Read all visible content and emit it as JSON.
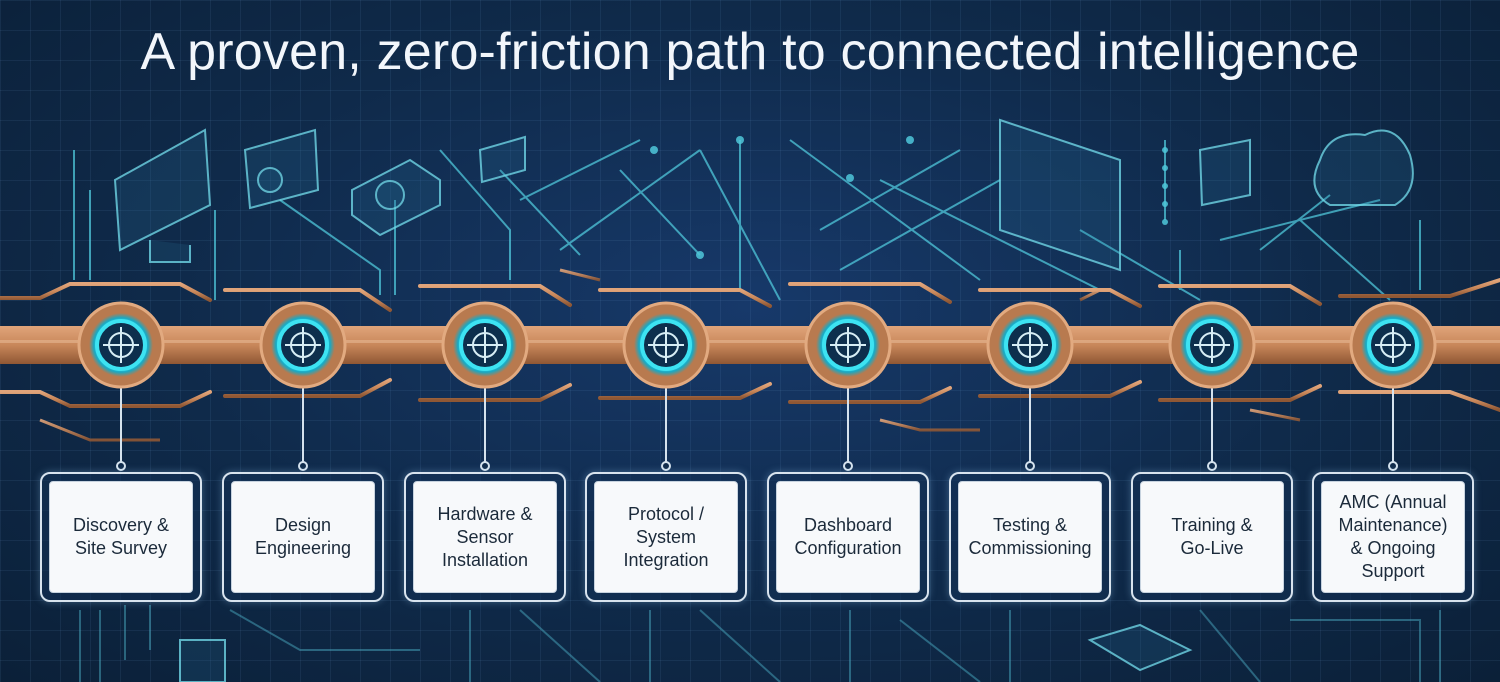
{
  "title": "A proven, zero-friction path to connected intelligence",
  "steps": [
    {
      "label": "Discovery &\nSite Survey"
    },
    {
      "label": "Design\nEngineering"
    },
    {
      "label": "Hardware &\nSensor\nInstallation"
    },
    {
      "label": "Protocol /\nSystem\nIntegration"
    },
    {
      "label": "Dashboard\nConfiguration"
    },
    {
      "label": "Testing &\nCommissioning"
    },
    {
      "label": "Training &\nGo-Live"
    },
    {
      "label": "AMC (Annual\nMaintenance)\n& Ongoing\nSupport"
    }
  ],
  "colors": {
    "background": "#0f2a4a",
    "copper": "#c8875a",
    "glow": "#35d6e8",
    "card": "#f7f9fb"
  }
}
